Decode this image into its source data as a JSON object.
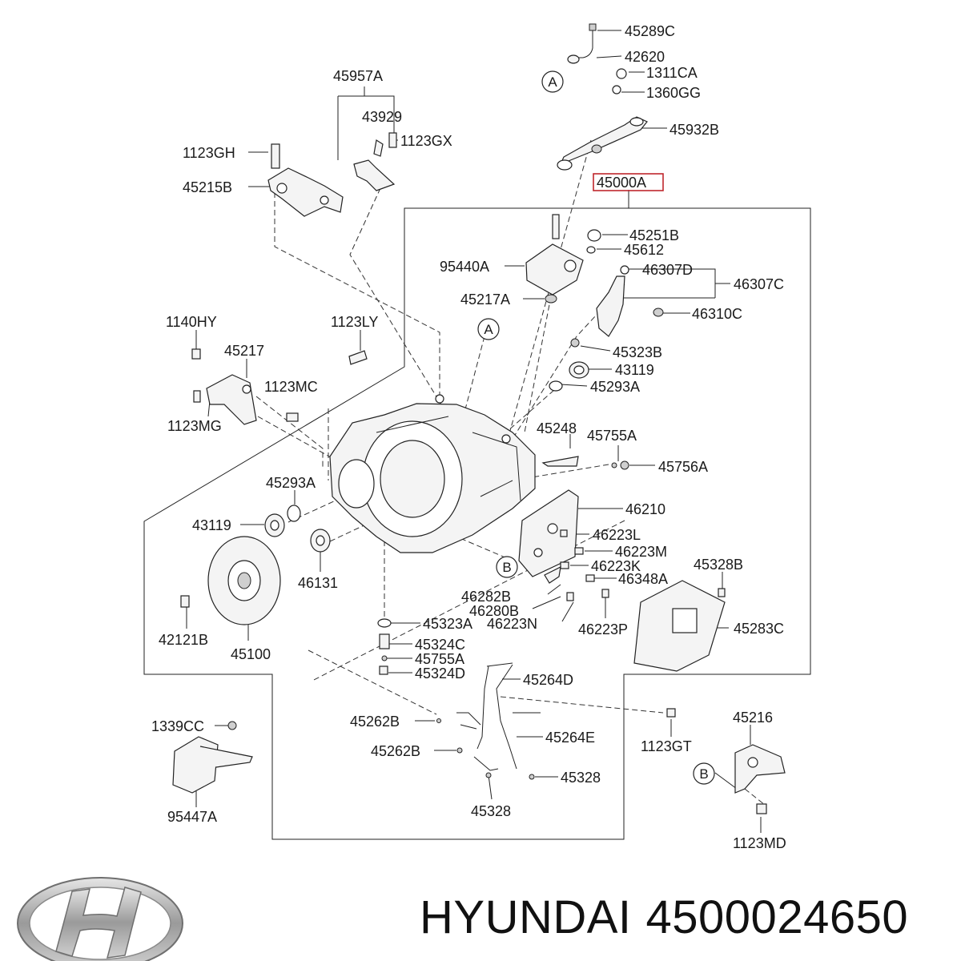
{
  "diagram": {
    "highlighted_part": "45000A",
    "labels": [
      "45289C",
      "42620",
      "1311CA",
      "1360GG",
      "45932B",
      "45000A",
      "45957A",
      "43929",
      "1123GX",
      "1123GH",
      "45215B",
      "45251B",
      "45612",
      "95440A",
      "46307D",
      "46307C",
      "45217A",
      "46310C",
      "1140HY",
      "1123LY",
      "45217",
      "45323B",
      "43119",
      "1123MC",
      "45293A",
      "1123MG",
      "45248",
      "45755A",
      "45756A",
      "45293A",
      "46210",
      "43119",
      "46223L",
      "46223M",
      "46223K",
      "45328B",
      "46131",
      "46348A",
      "46282B",
      "46280B",
      "46223N",
      "45323A",
      "46223P",
      "45283C",
      "42121B",
      "45100",
      "45324C",
      "45755A",
      "45324D",
      "45264D",
      "1339CC",
      "45262B",
      "1123GT",
      "45216",
      "45264E",
      "45262B",
      "45328",
      "95447A",
      "45328",
      "1123MD"
    ],
    "callouts": [
      "A",
      "A",
      "B",
      "B"
    ]
  },
  "footer": {
    "brand": "HYUNDAI",
    "part_number": "4500024650"
  },
  "colors": {
    "highlight_box": "#c0272d",
    "line": "#222222",
    "logo_silver": "#9a9a9a"
  },
  "icons": [
    "hyundai-logo-icon"
  ]
}
